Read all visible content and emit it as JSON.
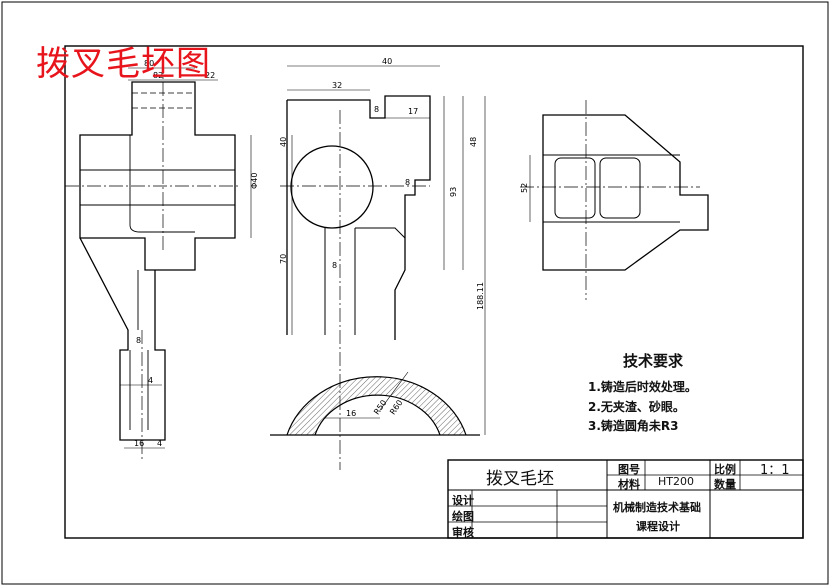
{
  "drawing": {
    "big_title": "拨叉毛坯图"
  },
  "requirements": {
    "title": "技术要求",
    "items": [
      "1.铸造后时效处理。",
      "2.无夹渣、砂眼。",
      "3.铸造圆角未R3"
    ]
  },
  "title_block": {
    "part_name": "拨叉毛坯",
    "label_drawing_no": "图号",
    "label_material": "材料",
    "material": "HT200",
    "label_scale": "比例",
    "scale": "1：1",
    "label_quantity": "数量",
    "label_design": "设计",
    "label_draw": "绘图",
    "label_review": "审核",
    "course_line1": "机械制造技术基础",
    "course_line2": "课程设计"
  },
  "dimensions": {
    "front_top_80": "80",
    "front_top_82": "82",
    "front_top_22": "22",
    "front_right_40": "Φ40",
    "front_bottom_8": "8",
    "front_bottom_4a": "4",
    "front_bottom_16": "16",
    "front_bottom_4b": "4",
    "side_top_40": "40",
    "side_top_32": "32",
    "side_top_17": "17",
    "side_small_8": "8",
    "side_40": "40",
    "side_48": "48",
    "side_93": "93",
    "side_8": "8",
    "side_70": "70",
    "side_8b": "8",
    "side_total": "188.11",
    "side_bottom_16": "16",
    "side_r_a": "R50",
    "side_r_b": "R60",
    "top_52": "52"
  }
}
